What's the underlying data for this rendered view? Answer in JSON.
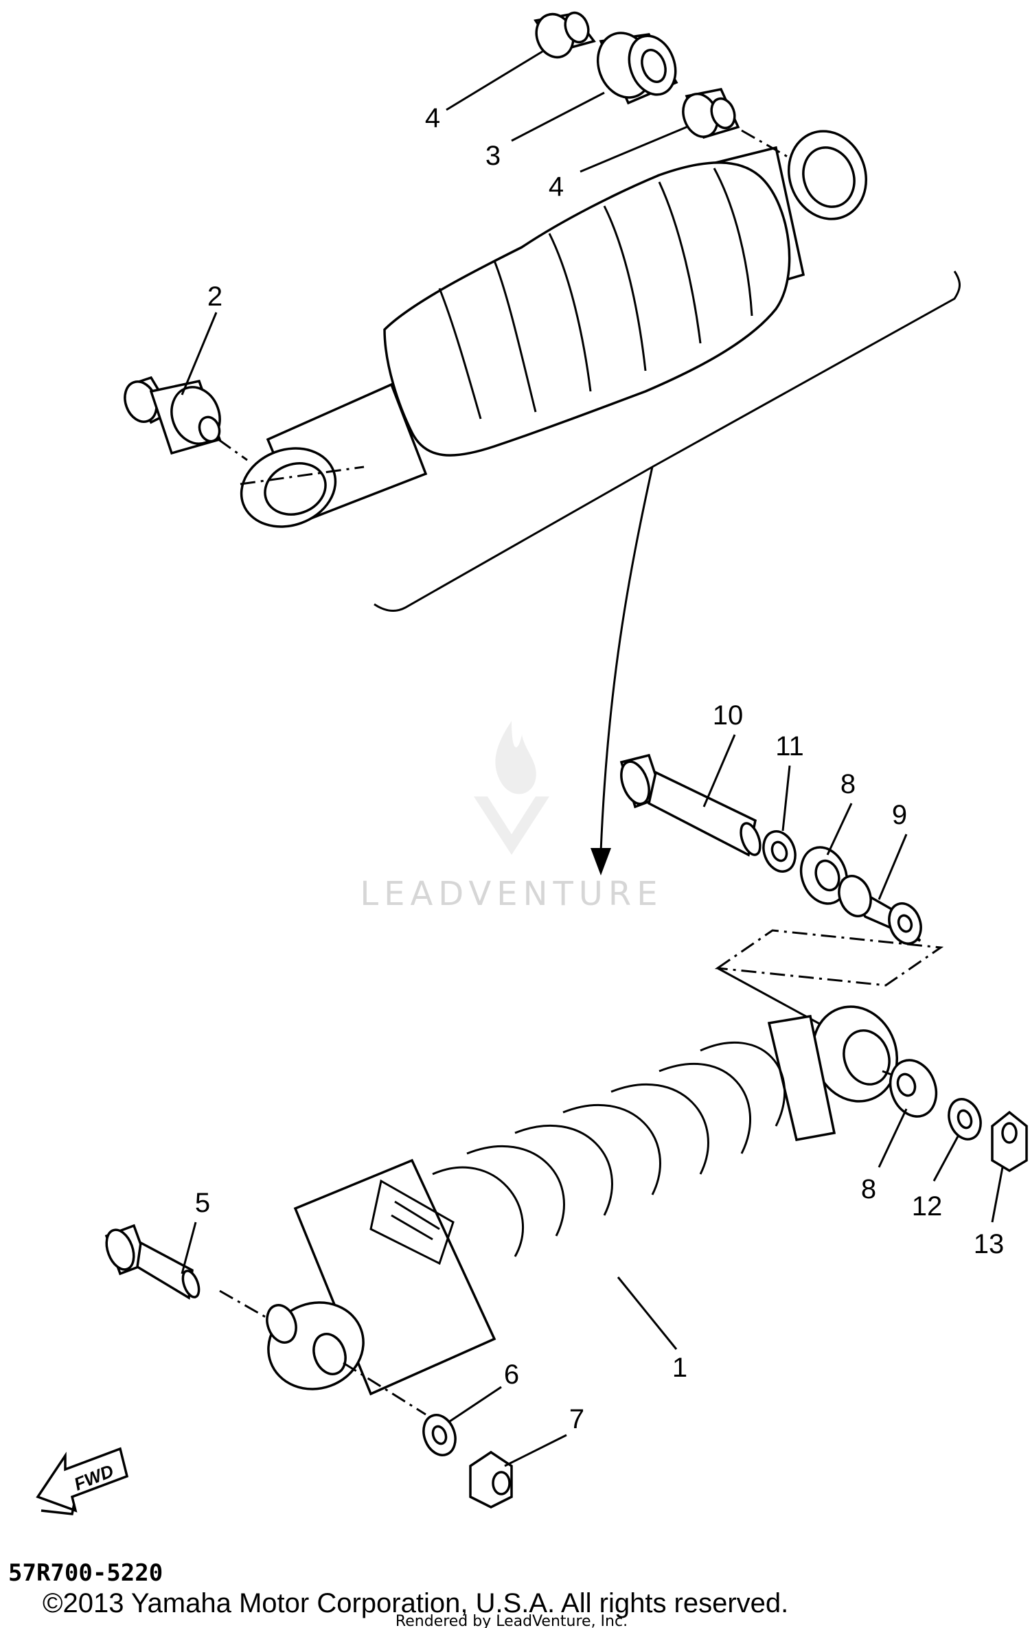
{
  "diagram": {
    "callouts": {
      "c4a": "4",
      "c3": "3",
      "c4b": "4",
      "c2": "2",
      "c10": "10",
      "c11": "11",
      "c8a": "8",
      "c9": "9",
      "c8b": "8",
      "c12": "12",
      "c13": "13",
      "c5": "5",
      "c1": "1",
      "c6": "6",
      "c7": "7"
    },
    "fwd_label": "FWD",
    "part_code": "57R700-5220",
    "copyright": "©2013 Yamaha Motor Corporation, U.S.A. All rights reserved.",
    "rendered_by": "Rendered by LeadVenture, Inc.",
    "watermark": "LEADVENTURE"
  }
}
